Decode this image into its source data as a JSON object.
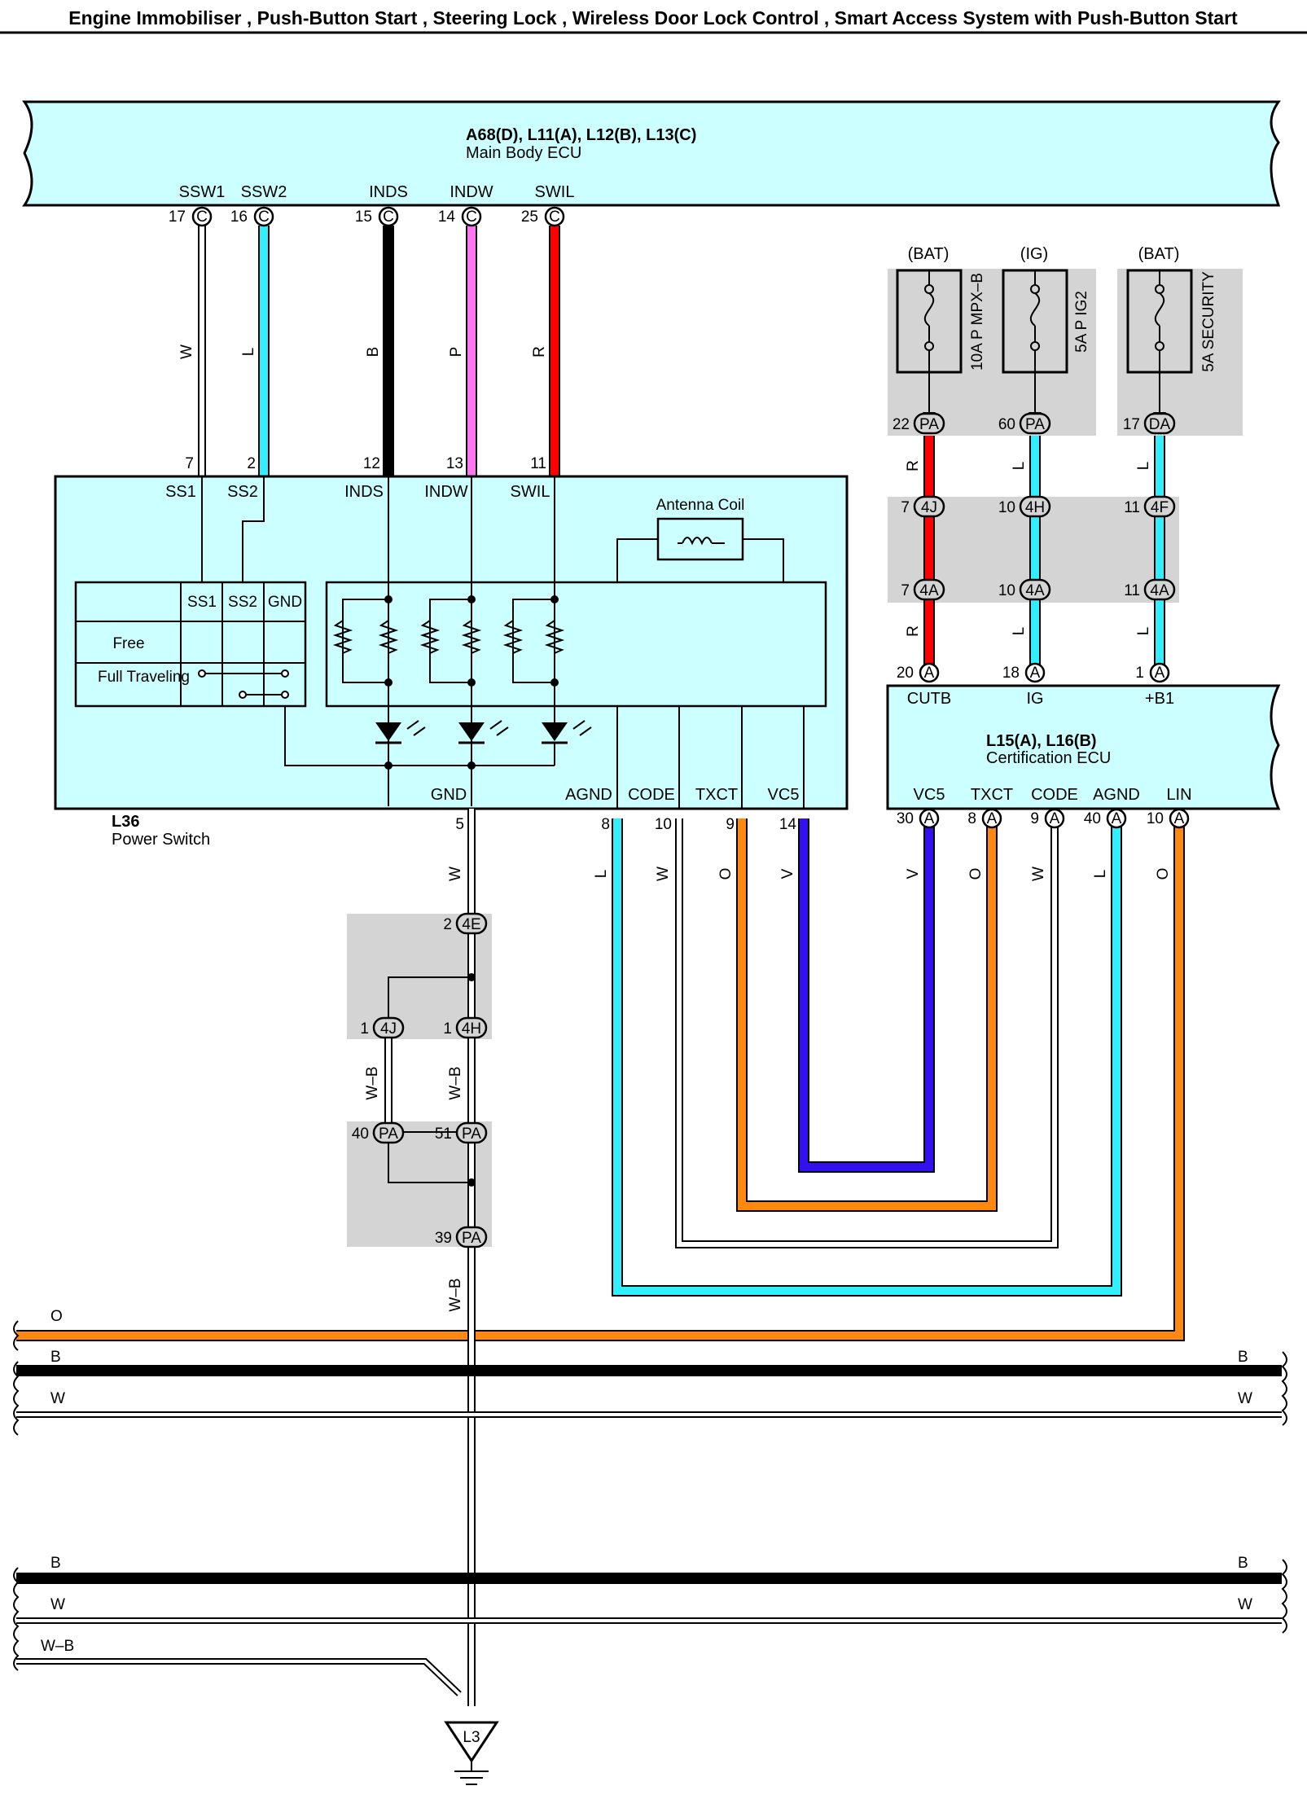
{
  "title": "Engine Immobiliser , Push-Button Start , Steering Lock , Wireless Door Lock Control , Smart Access System with Push-Button Start",
  "main_body_ecu": {
    "code": "A68(D), L11(A), L12(B), L13(C)",
    "name": "Main Body ECU",
    "terminals": [
      {
        "name": "SSW1",
        "pin": "17",
        "conn": "C"
      },
      {
        "name": "SSW2",
        "pin": "16",
        "conn": "C"
      },
      {
        "name": "INDS",
        "pin": "15",
        "conn": "C"
      },
      {
        "name": "INDW",
        "pin": "14",
        "conn": "C"
      },
      {
        "name": "SWIL",
        "pin": "25",
        "conn": "C"
      }
    ]
  },
  "power_switch": {
    "code": "L36",
    "name": "Power Switch",
    "top_terminals": [
      {
        "name": "SS1",
        "pin": "7"
      },
      {
        "name": "SS2",
        "pin": "2"
      },
      {
        "name": "INDS",
        "pin": "12"
      },
      {
        "name": "INDW",
        "pin": "13"
      },
      {
        "name": "SWIL",
        "pin": "11"
      }
    ],
    "bottom_terminals": [
      {
        "name": "GND",
        "pin": "5"
      },
      {
        "name": "AGND",
        "pin": "8"
      },
      {
        "name": "CODE",
        "pin": "10"
      },
      {
        "name": "TXCT",
        "pin": "9"
      },
      {
        "name": "VC5",
        "pin": "14"
      }
    ],
    "antenna_label": "Antenna Coil",
    "switch_table": {
      "headers": [
        "SS1",
        "SS2",
        "GND"
      ],
      "rows": [
        "Free",
        "Full Traveling"
      ]
    }
  },
  "wire_colors_top": [
    "W",
    "L",
    "B",
    "P",
    "R"
  ],
  "fuses": [
    {
      "supply": "(BAT)",
      "name": "10A P MPX–B",
      "pin": "22",
      "conn": "PA"
    },
    {
      "supply": "(IG)",
      "name": "5A P IG2",
      "pin": "60",
      "conn": "PA"
    },
    {
      "supply": "(BAT)",
      "name": "5A SECURITY",
      "pin": "17",
      "conn": "DA"
    }
  ],
  "fuse_wire_colors": [
    "R",
    "L",
    "L"
  ],
  "junctions_4j": [
    {
      "pin": "7",
      "conn": "4J"
    },
    {
      "pin": "10",
      "conn": "4H"
    },
    {
      "pin": "11",
      "conn": "4F"
    }
  ],
  "junctions_4a": [
    {
      "pin": "7",
      "conn": "4A"
    },
    {
      "pin": "10",
      "conn": "4A"
    },
    {
      "pin": "11",
      "conn": "4A"
    }
  ],
  "cert_ecu": {
    "code": "L15(A), L16(B)",
    "name": "Certification ECU",
    "top_terminals": [
      {
        "name": "CUTB",
        "pin": "20",
        "conn": "A"
      },
      {
        "name": "IG",
        "pin": "18",
        "conn": "A"
      },
      {
        "name": "+B1",
        "pin": "1",
        "conn": "A"
      }
    ],
    "bottom_terminals": [
      {
        "name": "VC5",
        "pin": "30",
        "conn": "A"
      },
      {
        "name": "TXCT",
        "pin": "8",
        "conn": "A"
      },
      {
        "name": "CODE",
        "pin": "9",
        "conn": "A"
      },
      {
        "name": "AGND",
        "pin": "40",
        "conn": "A"
      },
      {
        "name": "LIN",
        "pin": "10",
        "conn": "A"
      }
    ]
  },
  "lower_wire_colors_ps": [
    "L",
    "W",
    "O",
    "V"
  ],
  "lower_wire_colors_cert": [
    "V",
    "O",
    "W",
    "L",
    "O"
  ],
  "gnd_wire_color": "W",
  "ground_junctions": {
    "j4e": {
      "pin": "2",
      "conn": "4E"
    },
    "j4j": {
      "pin": "1",
      "conn": "4J"
    },
    "j4h": {
      "pin": "1",
      "conn": "4H"
    },
    "pa40": {
      "pin": "40",
      "conn": "PA"
    },
    "pa51": {
      "pin": "51",
      "conn": "PA"
    },
    "pa39": {
      "pin": "39",
      "conn": "PA"
    }
  },
  "wb_label": "W–B",
  "buses": {
    "o": "O",
    "b": "B",
    "w": "W"
  },
  "ground_point": "L3",
  "colors": {
    "ecu_fill": "#ccffff",
    "fuse_box": "#d4d4d4",
    "red": "#ff0000",
    "cyan": "#33eeff",
    "pink": "#ff77ee",
    "black": "#000000",
    "orange": "#ff8811",
    "violet": "#3311ee"
  }
}
